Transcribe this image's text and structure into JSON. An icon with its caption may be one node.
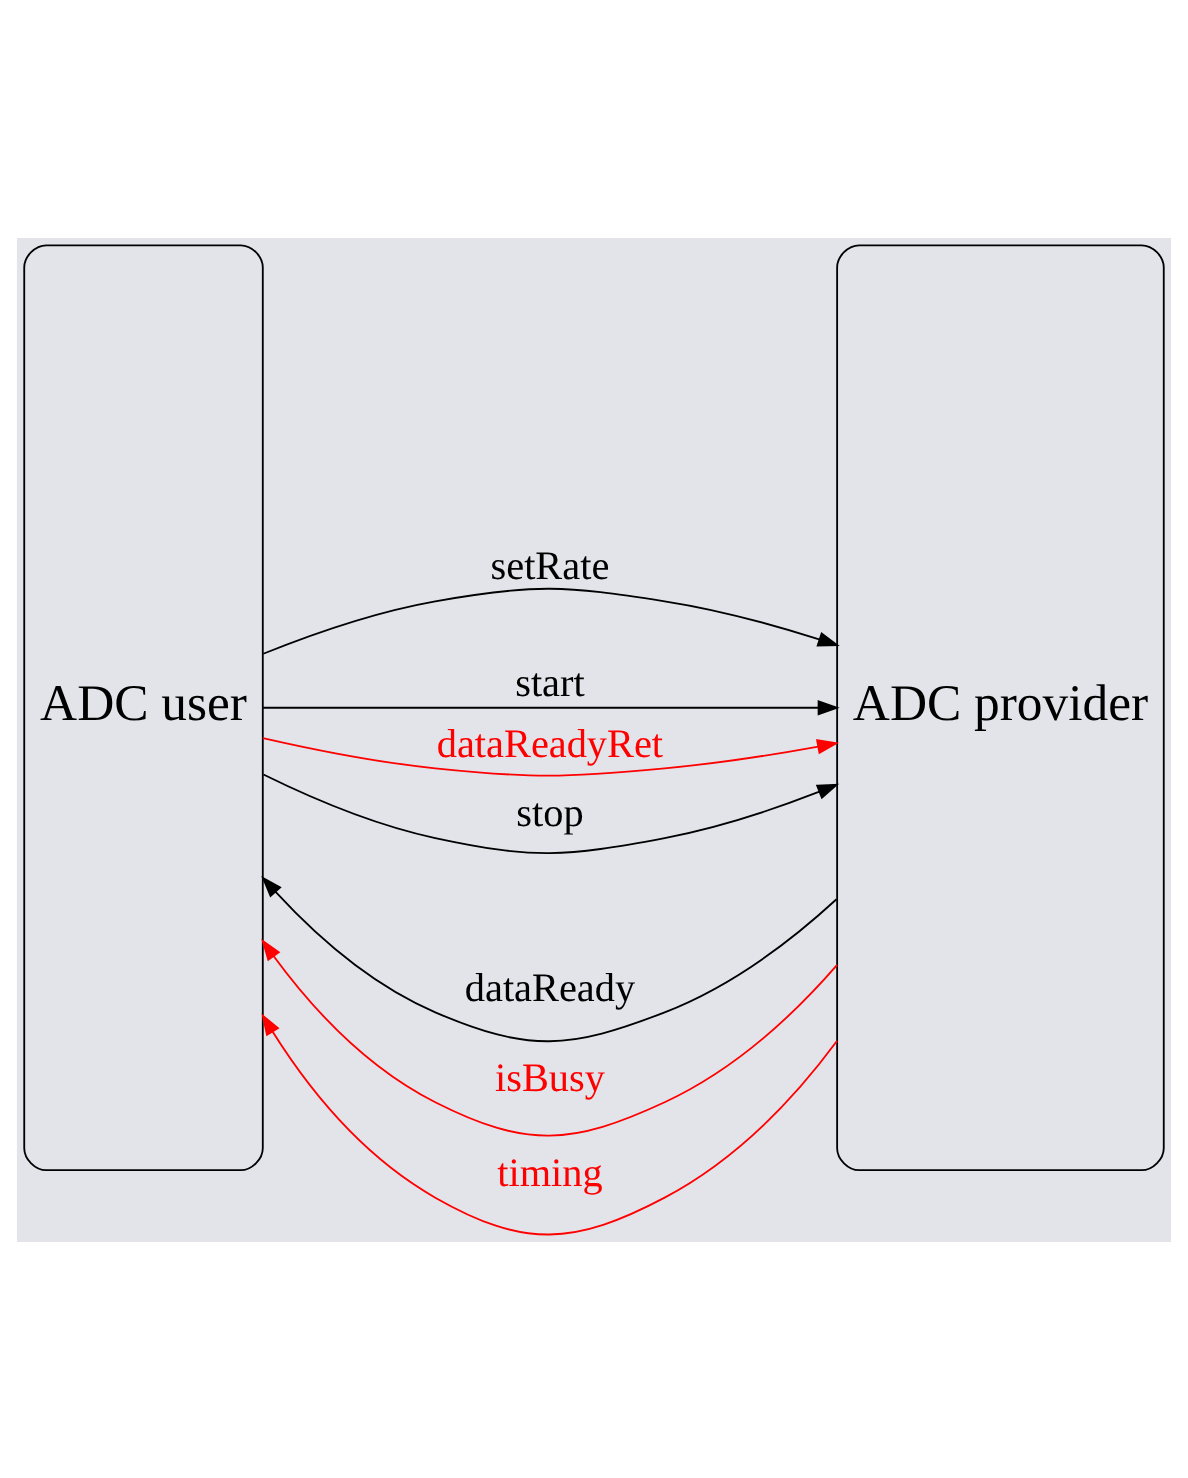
{
  "diagram": {
    "nodes": [
      {
        "text": [
          "ADC user"
        ]
      },
      {
        "text": [
          "ADC provider"
        ]
      }
    ],
    "edges": [
      {
        "from": 0,
        "to": 1,
        "arrow": "to",
        "label": "setRate"
      },
      {
        "from": 0,
        "to": 1,
        "arrow": "to",
        "label": "start"
      },
      {
        "from": 1,
        "to": 0,
        "arrow": "to",
        "label": "dataReady"
      },
      {
        "from": 0,
        "to": 1,
        "arrow": "to",
        "label": "dataReadyRet",
        "color": "#ff0000"
      },
      {
        "from": 0,
        "to": 1,
        "arrow": "to",
        "label": "stop"
      },
      {
        "from": 1,
        "to": 0,
        "arrow": "to",
        "label": "isBusy",
        "color": "#ff0000"
      },
      {
        "from": 1,
        "to": 0,
        "arrow": "to",
        "label": "timing",
        "color": "#ff0000"
      }
    ]
  }
}
